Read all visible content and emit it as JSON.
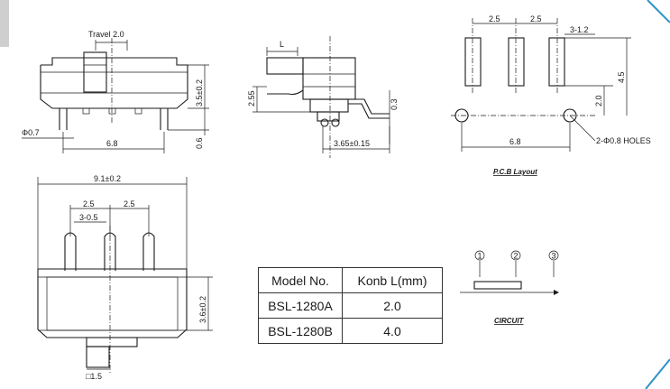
{
  "top_view": {
    "travel": "Travel 2.0",
    "pin_dia": "Φ0.7",
    "pin_span": "6.8",
    "height": "3.5±0.2",
    "pin_len": "0.6"
  },
  "side_view": {
    "knob": "L",
    "height": "2.55",
    "thickness": "0.3",
    "depth": "3.65±0.15"
  },
  "pcb_layout": {
    "pitch_a": "2.5",
    "pitch_b": "2.5",
    "pad_w": "3-1.2",
    "pad_h": "4.5",
    "hole_off": "2.0",
    "hole_span": "6.8",
    "holes": "2-Φ0.8 HOLES",
    "caption": "P.C.B Layout"
  },
  "front_view": {
    "width": "9.1±0.2",
    "pitch_a": "2.5",
    "pitch_b": "2.5",
    "pin_w": "3-0.5",
    "height": "3.6±0.2",
    "knob_sq": "□1.5"
  },
  "circuit": {
    "pins": [
      "1",
      "2",
      "3"
    ],
    "caption": "CIRCUIT"
  },
  "table": {
    "headers": [
      "Model No.",
      "Konb L(mm)"
    ],
    "rows": [
      [
        "BSL-1280A",
        "2.0"
      ],
      [
        "BSL-1280B",
        "4.0"
      ]
    ]
  },
  "colors": {
    "line": "#1a1a1a",
    "frame": "#2e93c7",
    "background": "#ffffff"
  }
}
